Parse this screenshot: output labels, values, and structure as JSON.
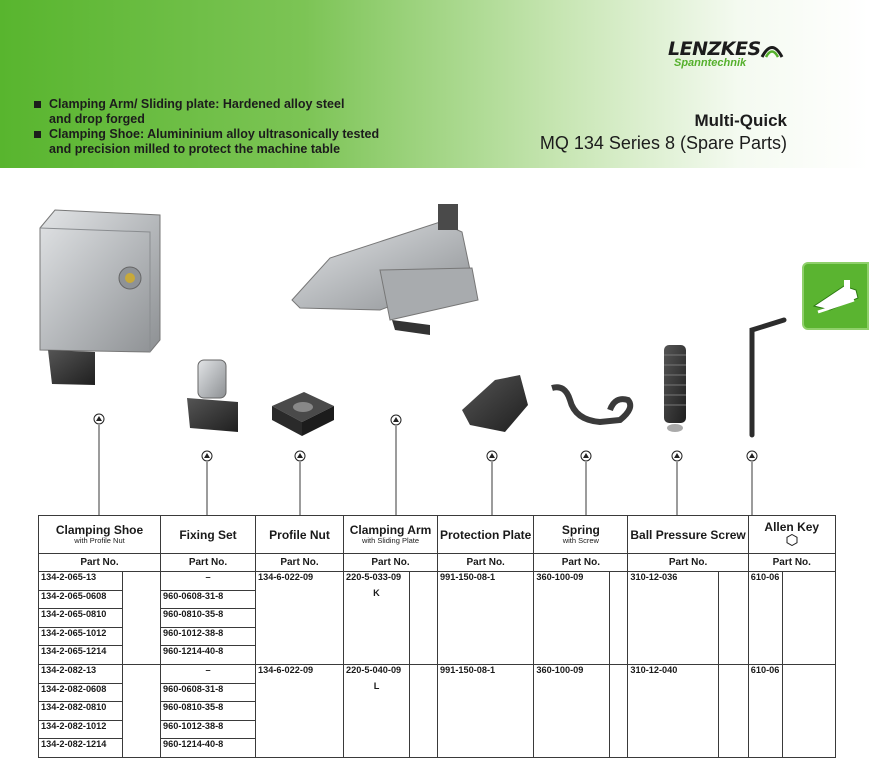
{
  "header": {
    "bullets": [
      {
        "line1": "Clamping Arm/ Sliding plate: Hardened alloy steel",
        "line2": "and drop forged"
      },
      {
        "line1": "Clamping Shoe: Alumininium alloy ultrasonically tested",
        "line2": "and precision milled to protect the machine table"
      }
    ],
    "title": "Multi-Quick",
    "subtitle": "MQ 134 Series 8 (Spare Parts)",
    "logo_main": "LENZKES",
    "logo_sub": "Spanntechnik"
  },
  "colors": {
    "brand_green": "#58b52e",
    "text": "#1c1c1c"
  },
  "table": {
    "columns": [
      {
        "title": "Clamping Shoe",
        "sub": "with Profile Nut"
      },
      {
        "title": "Fixing Set",
        "sub": ""
      },
      {
        "title": "Profile Nut",
        "sub": ""
      },
      {
        "title": "Clamping Arm",
        "sub": "with Sliding Plate"
      },
      {
        "title": "Protection Plate",
        "sub": ""
      },
      {
        "title": "Spring",
        "sub": "with Screw"
      },
      {
        "title": "Ball Pressure Screw",
        "sub": ""
      },
      {
        "title": "Allen Key",
        "sub": ""
      }
    ],
    "part_no_label": "Part No.",
    "group1": {
      "shoe": [
        "134-2-065-13",
        "134-2-065-0608",
        "134-2-065-0810",
        "134-2-065-1012",
        "134-2-065-1214"
      ],
      "fixing": [
        "–",
        "960-0608-31-8",
        "960-0810-35-8",
        "960-1012-38-8",
        "960-1214-40-8"
      ],
      "profile_nut": "134-6-022-09",
      "arm": "220-5-033-09",
      "arm_size": "K",
      "protection": "991-150-08-1",
      "spring": "360-100-09",
      "ball": "310-12-036",
      "allen": "610-06"
    },
    "group2": {
      "shoe": [
        "134-2-082-13",
        "134-2-082-0608",
        "134-2-082-0810",
        "134-2-082-1012",
        "134-2-082-1214"
      ],
      "fixing": [
        "–",
        "960-0608-31-8",
        "960-0810-35-8",
        "960-1012-38-8",
        "960-1214-40-8"
      ],
      "profile_nut": "134-6-022-09",
      "arm": "220-5-040-09",
      "arm_size": "L",
      "protection": "991-150-08-1",
      "spring": "360-100-09",
      "ball": "310-12-040",
      "allen": "610-06"
    }
  }
}
